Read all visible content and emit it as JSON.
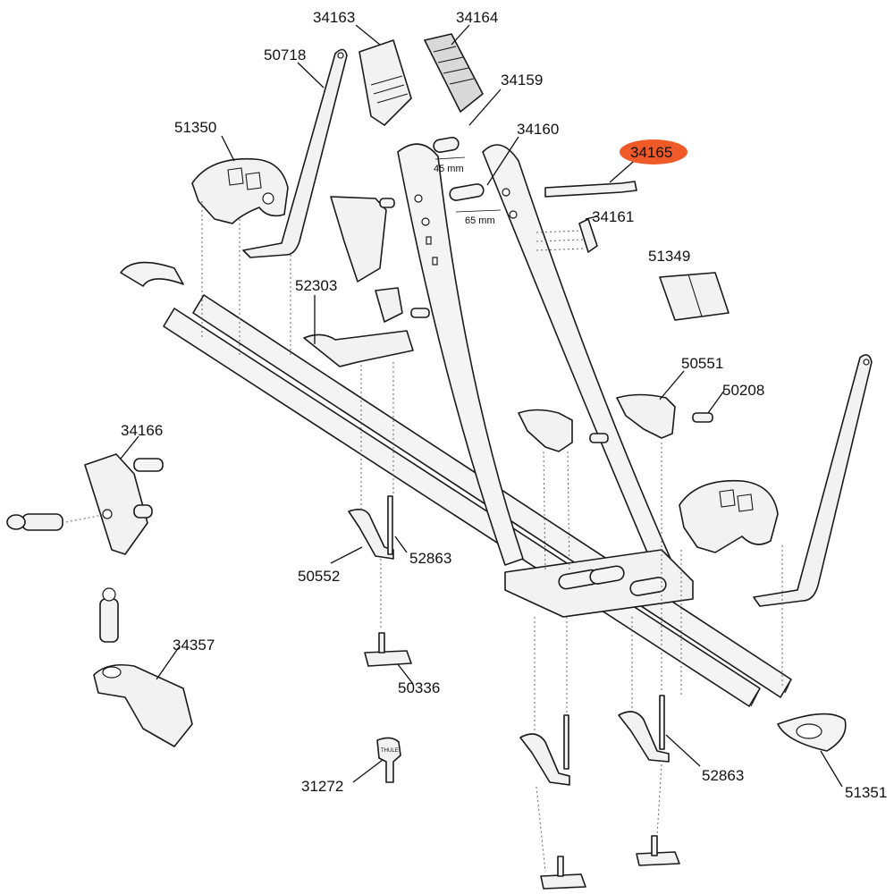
{
  "highlight_color": "#f05a28",
  "labels": {
    "p34163": "34163",
    "p34164": "34164",
    "p50718": "50718",
    "p34159": "34159",
    "p51350": "51350",
    "p34160": "34160",
    "p34165": "34165",
    "p34161": "34161",
    "p51349": "51349",
    "p52303": "52303",
    "p50551": "50551",
    "p50208": "50208",
    "p34166": "34166",
    "p50552": "50552",
    "p52863a": "52863",
    "p34357": "34357",
    "p50336": "50336",
    "p31272": "31272",
    "p52863b": "52863",
    "p51351": "51351"
  },
  "dimensions": {
    "d45": "45 mm",
    "d65": "65 mm"
  },
  "key_brand": "THULE"
}
